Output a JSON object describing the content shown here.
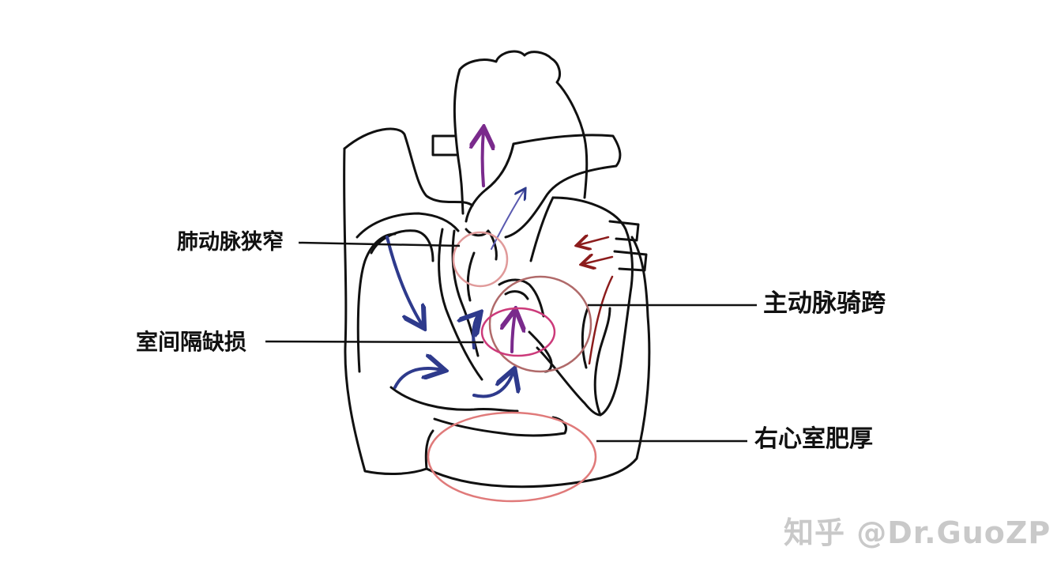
{
  "labels": {
    "pulmonary_stenosis": "肺动脉狭窄",
    "vsd": "室间隔缺损",
    "overriding_aorta": "主动脉骑跨",
    "rvh": "右心室肥厚"
  },
  "watermark": "知乎 @Dr.GuoZP",
  "colors": {
    "outline": "#111111",
    "deoxygenated_flow": "#2e3a8c",
    "mixed_flow": "#7a2a8c",
    "oxygenated_flow": "#8c1c1c",
    "highlight_circle": "#e07a7a",
    "vsd_circle": "#cc3a7a",
    "oa_circle": "#b06a6a"
  },
  "icons": [
    "heart-diagram",
    "flow-arrow-icon"
  ]
}
